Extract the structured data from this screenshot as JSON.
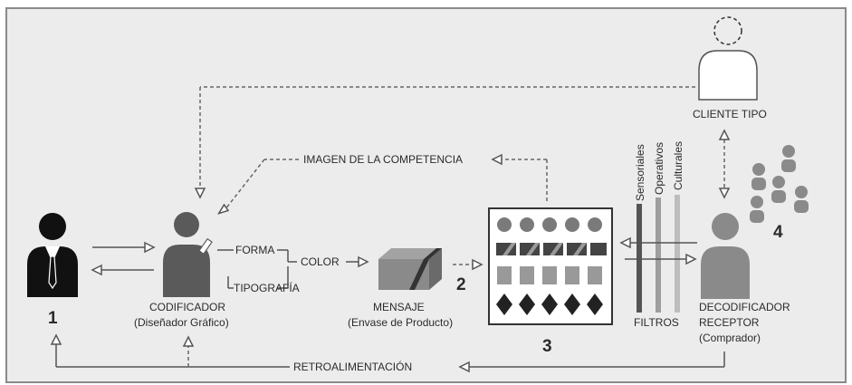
{
  "diagram": {
    "num_1": "1",
    "num_2": "2",
    "num_3": "3",
    "num_4": "4",
    "codificador": "CODIFICADOR",
    "codificador_sub": "(Diseñador Gráfico)",
    "forma": "FORMA",
    "tipografia": "TIPOGRAFÍA",
    "color": "COLOR",
    "mensaje": "MENSAJE",
    "mensaje_sub": "(Envase de Producto)",
    "imagen_competencia": "IMAGEN DE LA COMPETENCIA",
    "sensoriales": "Sensoriales",
    "operativos": "Operativos",
    "culturales": "Culturales",
    "filtros": "FILTROS",
    "cliente_tipo": "CLIENTE TIPO",
    "decodificador": "DECODIFICADOR",
    "receptor": "RECEPTOR",
    "comprador": "(Comprador)",
    "retroalimentacion": "RETROALIMENTACIÓN"
  }
}
